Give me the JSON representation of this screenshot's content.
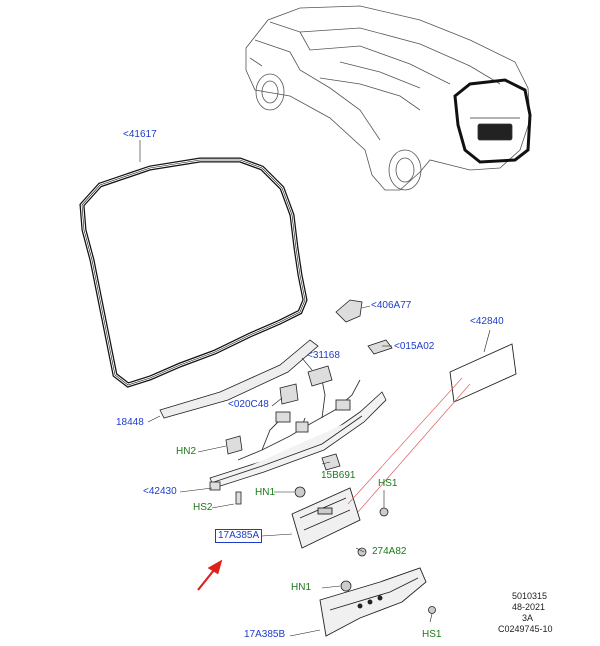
{
  "labels": {
    "p41617": "<41617",
    "p406A77": "<406A77",
    "p42840": "<42840",
    "p31168": "<31168",
    "p015A02": "<015A02",
    "p020C48": "<020C48",
    "p18448": "18448",
    "HN2": "HN2",
    "p15B691": "15B691",
    "p42430": "<42430",
    "HN1a": "HN1",
    "HS1a": "HS1",
    "HS2": "HS2",
    "p17A385A": "17A385A",
    "p274A82": "274A82",
    "HN1b": "HN1",
    "p17A385B": "17A385B",
    "HS1b": "HS1"
  },
  "reference": {
    "line1": "5010315",
    "line2": "48-2021",
    "line3": "3A",
    "line4": "C0249745-10"
  },
  "colors": {
    "part_label": "#1e3cc8",
    "fastener_label": "#1a7a1a",
    "highlight_arrow": "#e0201a",
    "leader_highlight": "#e06060",
    "line_art": "#333333"
  }
}
